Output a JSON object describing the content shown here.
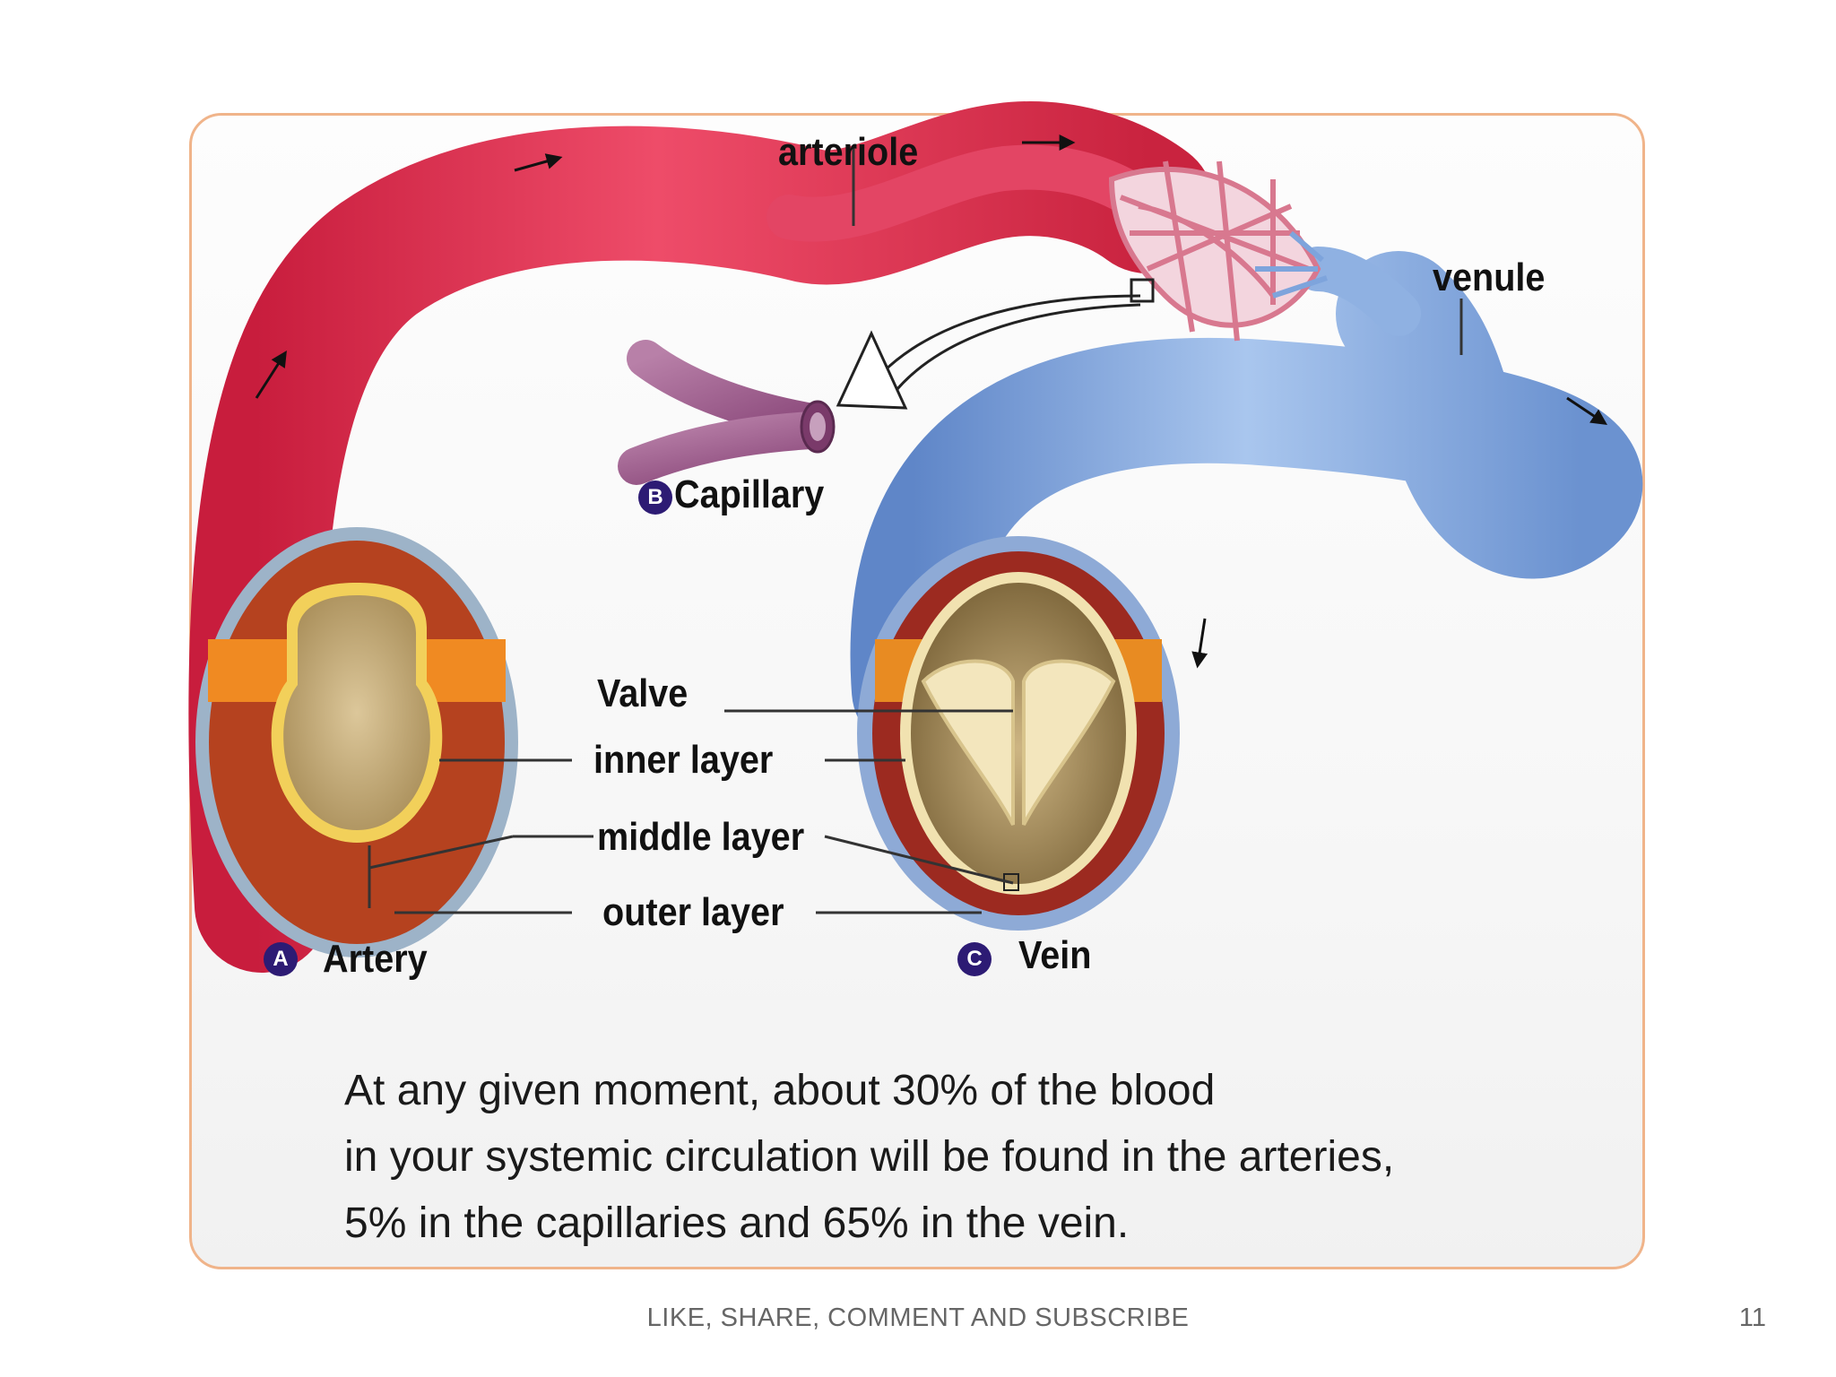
{
  "diagram": {
    "labels": {
      "arteriole": "arteriole",
      "venule": "venule",
      "capillary": "Capillary",
      "valve": "Valve",
      "inner_layer": "inner layer",
      "middle_layer": "middle layer",
      "outer_layer": "outer layer",
      "artery": "Artery",
      "vein": "Vein"
    },
    "badges": {
      "artery": "A",
      "capillary": "B",
      "vein": "C"
    },
    "colors": {
      "artery": "#e0304f",
      "vein": "#7ea4dc",
      "badge": "#2d1b74",
      "panel_border": "#f0b48a"
    }
  },
  "caption": {
    "lines": [
      "At any given moment, about 30% of the blood",
      "in your systemic circulation will be found in the arteries,",
      "5% in the capillaries and 65% in the vein."
    ]
  },
  "footer": {
    "text": "LIKE, SHARE, COMMENT AND SUBSCRIBE",
    "page_number": "11"
  }
}
